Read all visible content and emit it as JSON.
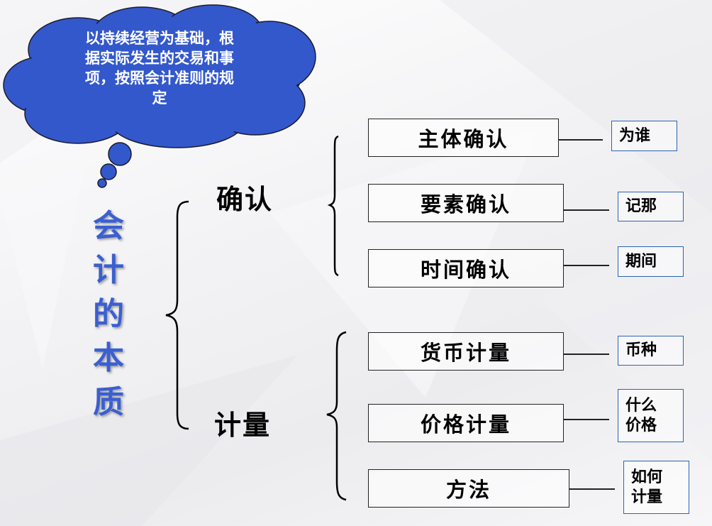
{
  "cloud": {
    "lines": [
      "以持续经营为基础，根",
      "据实际发生的交易和事",
      "项，按照会计准则的规",
      "定"
    ],
    "color": "#3358cc"
  },
  "title": {
    "chars": [
      "会",
      "计",
      "的",
      "本",
      "质"
    ],
    "color": "#3a5fd0"
  },
  "branches": [
    {
      "label": "确认",
      "items": [
        {
          "label": "主体确认",
          "note": [
            "为谁"
          ]
        },
        {
          "label": "要素确认",
          "note": [
            "记那"
          ]
        },
        {
          "label": "时间确认",
          "note": [
            "期间"
          ]
        }
      ]
    },
    {
      "label": "计量",
      "items": [
        {
          "label": "货币计量",
          "note": [
            "币种"
          ]
        },
        {
          "label": "价格计量",
          "note": [
            "什么",
            "价格"
          ]
        },
        {
          "label": "方法",
          "note": [
            "如何",
            "计量"
          ]
        }
      ]
    }
  ],
  "colors": {
    "note_border": "#2b63b5",
    "box_border": "#222222"
  }
}
